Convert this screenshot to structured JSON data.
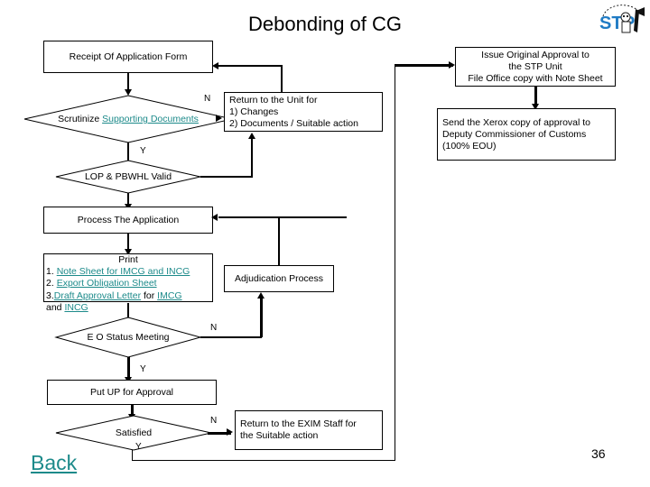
{
  "slide": {
    "title": "Debonding of CG",
    "page_number": "36",
    "back_link": "Back",
    "logo_text": "STP"
  },
  "nodes": {
    "receipt": "Receipt Of Application Form",
    "scrutinize_prefix": "Scrutinize ",
    "scrutinize_link": "Supporting Documents",
    "lop_valid": "LOP & PBWHL Valid",
    "return_unit": {
      "line1": "Return to the Unit for",
      "line2": "1)  Changes",
      "line3": "2)  Documents / Suitable action"
    },
    "issue_approval": {
      "line1": "Issue Original Approval to",
      "line2": "the STP Unit",
      "line3": "File Office copy with Note Sheet"
    },
    "send_xerox": {
      "line1": "Send the Xerox copy of approval to",
      "line2": "Deputy Commissioner of Customs",
      "line3": "(100% EOU)"
    },
    "process_application": "Process The Application",
    "print": {
      "heading": "Print",
      "item1_num": "1.",
      "item1_link": "Note Sheet for IMCG and INCG",
      "item2_num": "2.",
      "item2_link": "Export Obligation Sheet",
      "item3_num": "3.",
      "item3_link_a": "Draft Approval Letter",
      "item3_mid": " for ",
      "item3_link_b": "IMCG",
      "item3_and": "and ",
      "item3_link_c": "INCG"
    },
    "adjudication": "Adjudication Process",
    "eo_status": "E O Status Meeting",
    "put_up": "Put UP for Approval",
    "satisfied": "Satisfied",
    "return_exim": {
      "line1": "Return to the EXIM Staff for",
      "line2": "the Suitable action"
    }
  },
  "branch_labels": {
    "scrutinize_no": "N",
    "scrutinize_yes": "Y",
    "eo_no": "N",
    "eo_yes": "Y",
    "satisfied_no": "N",
    "satisfied_yes": "Y"
  },
  "colors": {
    "link": "#1c8a8a",
    "line": "#000000",
    "background": "#ffffff"
  }
}
